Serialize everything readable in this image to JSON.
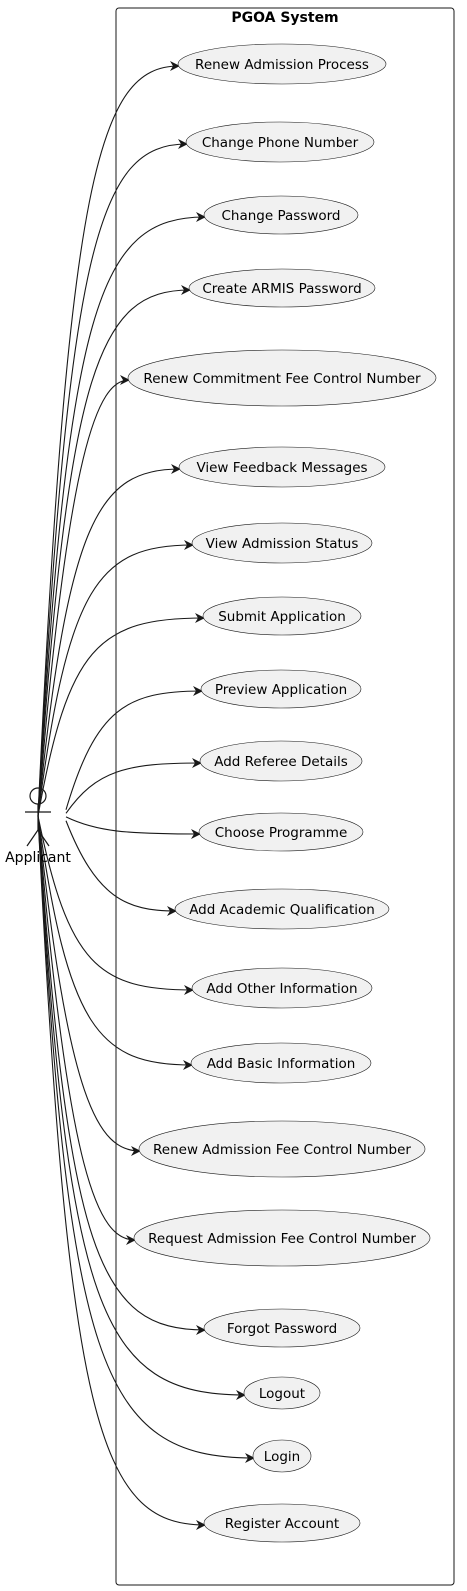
{
  "diagram": {
    "system_title": "PGOA System",
    "actor": {
      "name": "Applicant",
      "icon": "stick-figure-actor-icon"
    },
    "use_cases": [
      "Renew Admission Process",
      "Change Phone Number",
      "Change Password",
      "Create ARMIS Password",
      "Renew Commitment Fee Control Number",
      "View Feedback Messages",
      "View Admission Status",
      "Submit Application",
      "Preview Application",
      "Add Referee Details",
      "Choose Programme",
      "Add Academic Qualification",
      "Add Other Information",
      "Add Basic Information",
      "Renew Admission Fee Control Number",
      "Request Admission Fee Control Number",
      "Forgot Password",
      "Logout",
      "Login",
      "Register Account"
    ],
    "colors": {
      "use_case_fill": "#f1f1f1",
      "stroke": "#181818",
      "background": "#ffffff"
    }
  }
}
